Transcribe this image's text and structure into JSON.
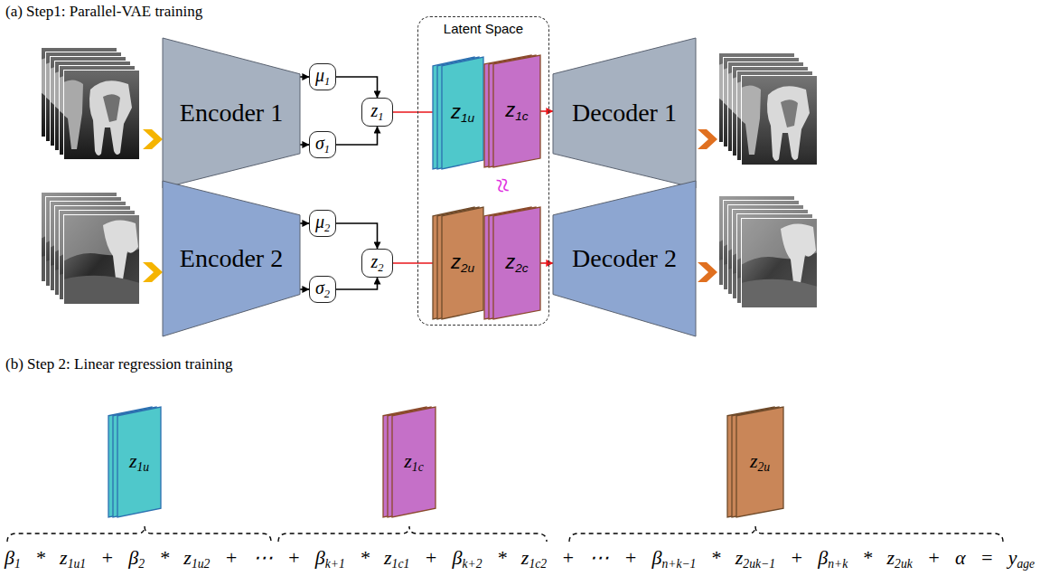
{
  "diagram": {
    "nodes": [
      {
        "text": [
          "Encoder 1"
        ]
      },
      {
        "text": [
          "μ1"
        ]
      },
      {
        "text": [
          "σ1"
        ]
      },
      {
        "text": [
          "z1"
        ]
      },
      {
        "text": [
          "Latent Space"
        ]
      },
      {
        "text": [
          "z1u"
        ],
        "in": 4
      },
      {
        "text": [
          "z1c"
        ],
        "in": 4
      },
      {
        "text": [
          "z2u"
        ],
        "in": 4
      },
      {
        "text": [
          "z2c"
        ],
        "in": 4
      },
      {
        "text": [
          "Decoder 1"
        ]
      },
      {
        "text": [
          "Encoder 2"
        ]
      },
      {
        "text": [
          "μ2"
        ]
      },
      {
        "text": [
          "σ2"
        ]
      },
      {
        "text": [
          "z2"
        ]
      },
      {
        "text": [
          "Decoder 2"
        ]
      },
      {
        "text": [
          "z1u"
        ]
      },
      {
        "text": [
          "z1c"
        ]
      },
      {
        "text": [
          "z2u"
        ]
      }
    ],
    "edges": [
      {
        "from": 0,
        "to": 1,
        "arrow": "to"
      },
      {
        "from": 0,
        "to": 2,
        "arrow": "to"
      },
      {
        "from": 1,
        "to": 3,
        "arrow": "to"
      },
      {
        "from": 2,
        "to": 3,
        "arrow": "to"
      },
      {
        "from": 3,
        "to": 5,
        "arrow": "none"
      },
      {
        "from": 6,
        "to": 9,
        "arrow": "to"
      },
      {
        "from": 10,
        "to": 11,
        "arrow": "to"
      },
      {
        "from": 10,
        "to": 12,
        "arrow": "to"
      },
      {
        "from": 11,
        "to": 13,
        "arrow": "to"
      },
      {
        "from": 12,
        "to": 13,
        "arrow": "to"
      },
      {
        "from": 13,
        "to": 7,
        "arrow": "none"
      },
      {
        "from": 8,
        "to": 14,
        "arrow": "to"
      }
    ],
    "labels": [
      "(a) Step1: Parallel-VAE training",
      "≈",
      "(b) Step 2: Linear regression training",
      "β1 * z1u1 + β2 * z1u2 + ⋯ + βk+1 * z1c1 + βk+2 * z1c2 + ⋯ + βn+k−1 * z2uk−1 + βn+k * z2uk + α = yage"
    ]
  }
}
